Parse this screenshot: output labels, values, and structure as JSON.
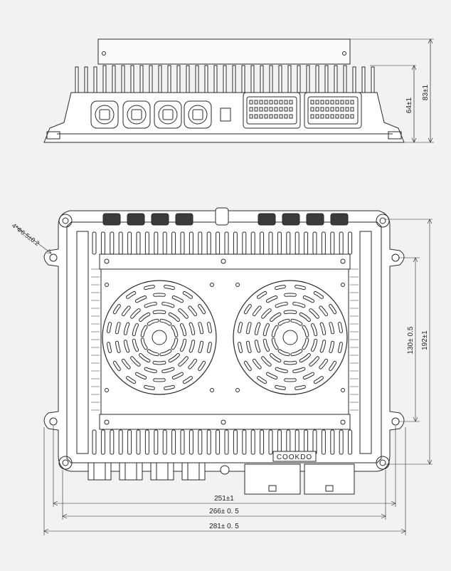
{
  "dimensions": {
    "height_64": "64±1",
    "height_83": "83±1",
    "hole": "4*Φ6.5±0.2",
    "hole_spacing_v": "130± 0.5",
    "overall_height": "192±1",
    "hole_spacing_h": "251±1",
    "width_266": "266± 0. 5",
    "width_281": "281± 0. 5"
  },
  "brand": {
    "logo": "COOKDO"
  },
  "colors": {
    "line": "#2a2a2a",
    "background": "#f2f2f2",
    "panel": "#ffffff"
  }
}
